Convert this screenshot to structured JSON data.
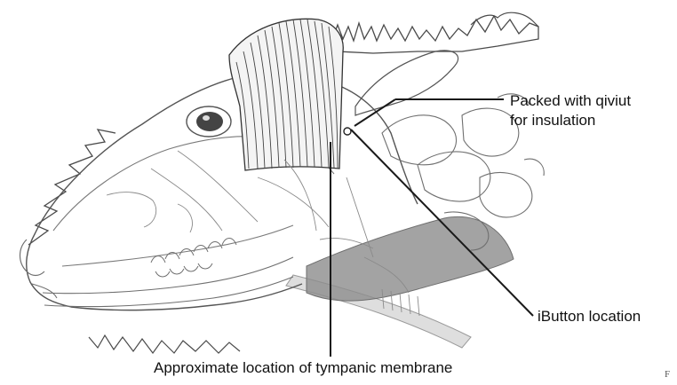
{
  "labels": {
    "packed_line1": "Packed with qiviut",
    "packed_line2": "for insulation",
    "ibutton": "iButton location",
    "tympanic": "Approximate location of tympanic membrane",
    "corner_fragment": "F"
  },
  "colors": {
    "line": "#1a1a1a",
    "sketch": "#6f6f6f",
    "fur": "#4a4a4a",
    "shade_region": "#8c8c8c",
    "neck_band": "#dedede",
    "background": "#ffffff"
  }
}
